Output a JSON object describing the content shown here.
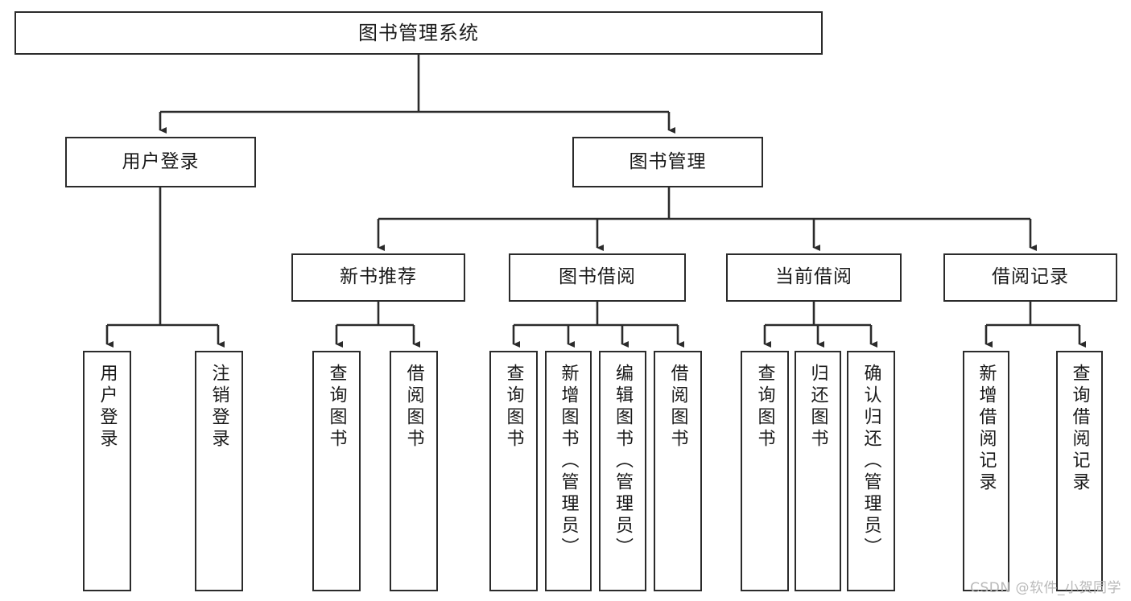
{
  "diagram": {
    "title": "图书管理系统",
    "type": "tree-hierarchy-diagram",
    "colors": {
      "box_border": "#2b2b2b",
      "box_fill": "#ffffff",
      "connector": "#2b2b2b",
      "text": "#1a1a1a",
      "watermark": "#b9b9b9"
    },
    "root": {
      "label": "图书管理系统"
    },
    "level2": [
      {
        "label": "用户登录"
      },
      {
        "label": "图书管理"
      }
    ],
    "level3": [
      {
        "label": "新书推荐"
      },
      {
        "label": "图书借阅"
      },
      {
        "label": "当前借阅"
      },
      {
        "label": "借阅记录"
      }
    ],
    "leaves": {
      "user_login": [
        {
          "label": "用户登录"
        },
        {
          "label": "注销登录"
        }
      ],
      "new_book_recommend": [
        {
          "label": "查询图书"
        },
        {
          "label": "借阅图书"
        }
      ],
      "book_borrow": [
        {
          "label": "查询图书"
        },
        {
          "label": "新增图书（管理员）"
        },
        {
          "label": "编辑图书（管理员）"
        },
        {
          "label": "借阅图书"
        }
      ],
      "current_borrow": [
        {
          "label": "查询图书"
        },
        {
          "label": "归还图书"
        },
        {
          "label": "确认归还（管理员）"
        }
      ],
      "borrow_records": [
        {
          "label": "新增借阅记录"
        },
        {
          "label": "查询借阅记录"
        }
      ]
    }
  },
  "watermark": {
    "text": "CSDN @软件_小贺同学"
  }
}
